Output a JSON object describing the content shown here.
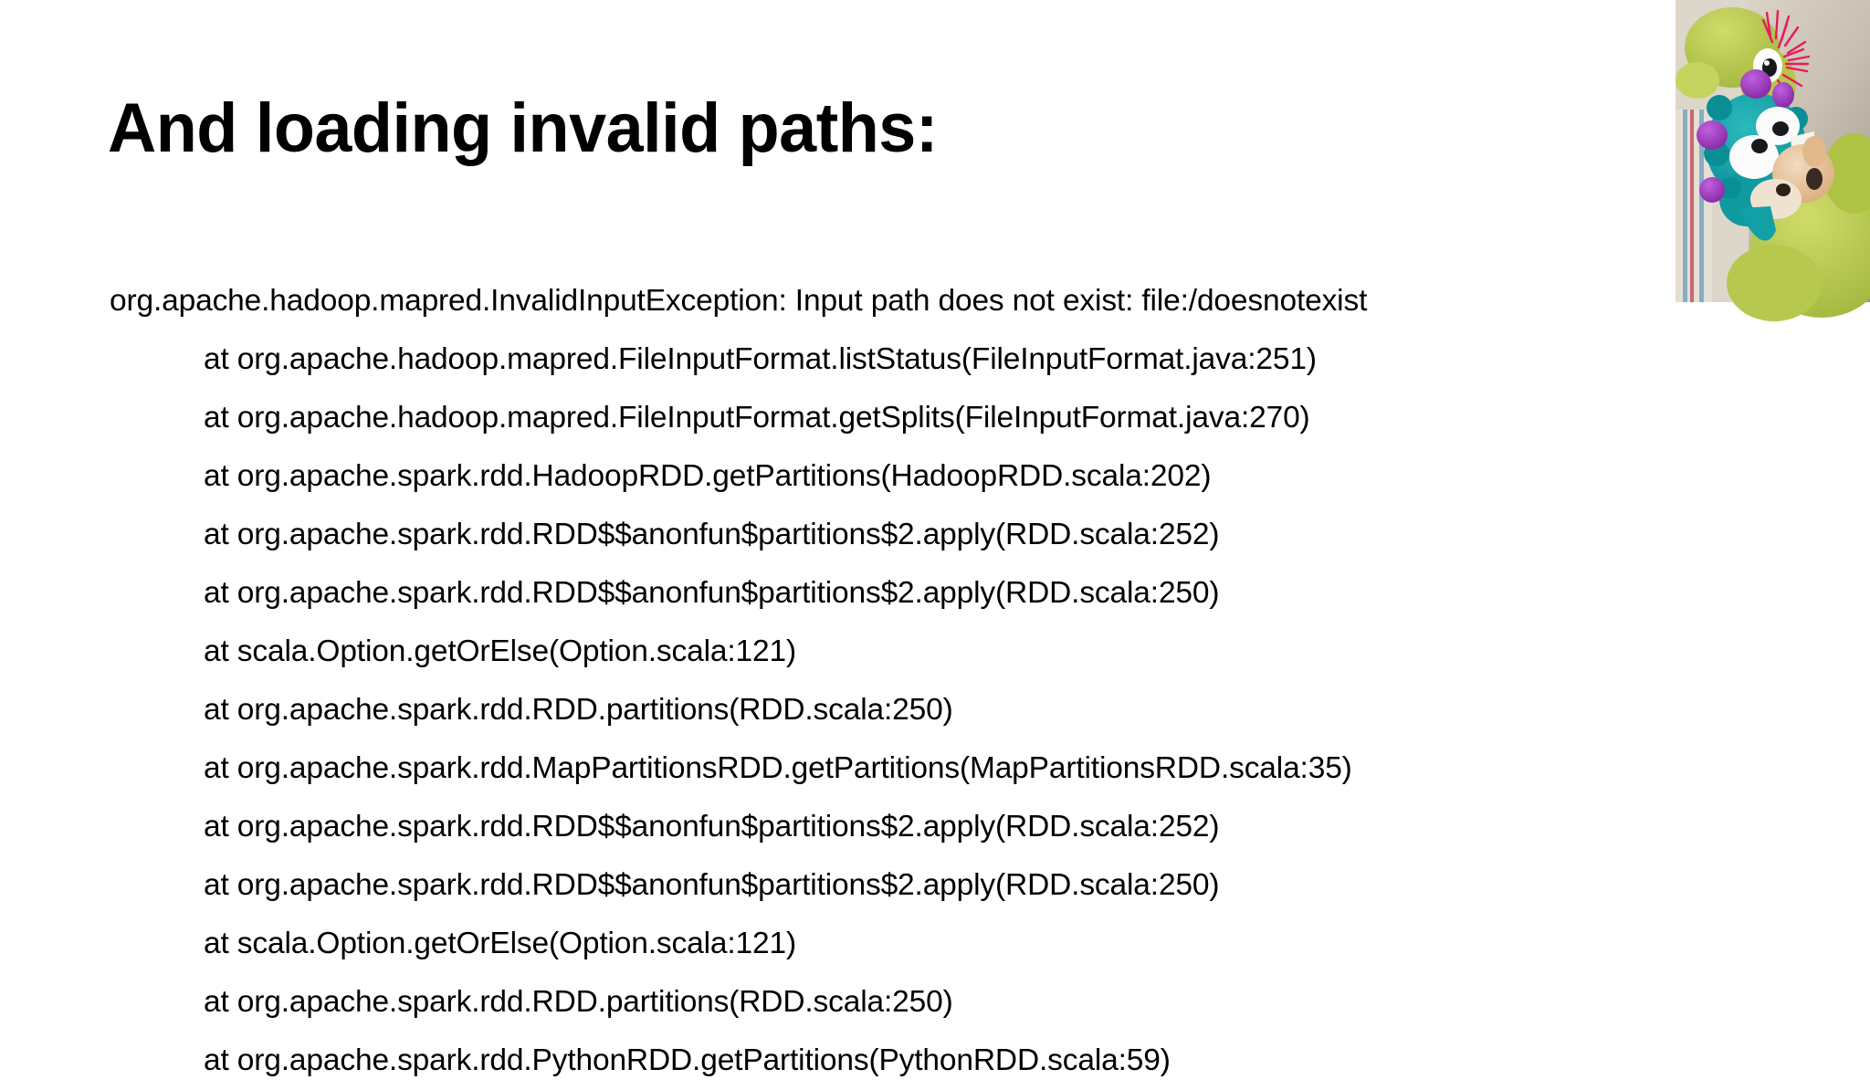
{
  "slide": {
    "title": "And loading invalid paths:",
    "background_color": "#ffffff",
    "text_color": "#000000"
  },
  "stacktrace": {
    "exception_line": "org.apache.hadoop.mapred.InvalidInputException: Input path does not exist: file:/doesnotexist",
    "frames": [
      "at org.apache.hadoop.mapred.FileInputFormat.listStatus(FileInputFormat.java:251)",
      "at org.apache.hadoop.mapred.FileInputFormat.getSplits(FileInputFormat.java:270)",
      "at org.apache.spark.rdd.HadoopRDD.getPartitions(HadoopRDD.scala:202)",
      "at org.apache.spark.rdd.RDD$$anonfun$partitions$2.apply(RDD.scala:252)",
      "at org.apache.spark.rdd.RDD$$anonfun$partitions$2.apply(RDD.scala:250)",
      "at scala.Option.getOrElse(Option.scala:121)",
      "at org.apache.spark.rdd.RDD.partitions(RDD.scala:250)",
      "at org.apache.spark.rdd.MapPartitionsRDD.getPartitions(MapPartitionsRDD.scala:35)",
      "at org.apache.spark.rdd.RDD$$anonfun$partitions$2.apply(RDD.scala:252)",
      "at org.apache.spark.rdd.RDD$$anonfun$partitions$2.apply(RDD.scala:250)",
      "at scala.Option.getOrElse(Option.scala:121)",
      "at org.apache.spark.rdd.RDD.partitions(RDD.scala:250)",
      "at org.apache.spark.rdd.PythonRDD.getPartitions(PythonRDD.scala:59)"
    ]
  },
  "photo": {
    "alt": "plush-toys-photo",
    "description": "Teal spiky plush monster with googly eyes held by a green plush character with pink hair",
    "colors": {
      "background": "#cfc6b8",
      "green_plush": "#b9cc4e",
      "teal_plush": "#11a2a8",
      "purple_spike": "#a03fc4",
      "pink_hair": "#e8195e",
      "tan_fur": "#e8c49a",
      "white_eye": "#fdfdfd",
      "pupil": "#1b1b1b"
    }
  }
}
